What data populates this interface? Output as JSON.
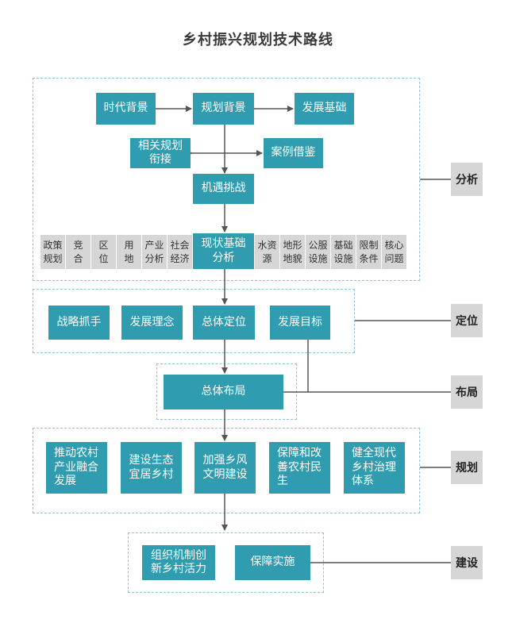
{
  "title": "乡村振兴规划技术路线",
  "analysis": {
    "background_era": "时代背景",
    "planning_background": "规划背景",
    "development_base": "发展基础",
    "related_planning": "相关规划\n衔接",
    "case_study": "案例借鉴",
    "opportunity_challenge": "机遇挑战",
    "status_analysis": "现状基础\n分析",
    "factors_left": [
      "政策\n规划",
      "竞\n合",
      "区\n位",
      "用\n地",
      "产业\n分析",
      "社会\n经济"
    ],
    "factors_right": [
      "水资\n源",
      "地形\n地貌",
      "公服\n设施",
      "基础\n设施",
      "限制\n条件",
      "核心\n问题"
    ]
  },
  "positioning": [
    "战略抓手",
    "发展理念",
    "总体定位",
    "发展目标"
  ],
  "layout_box": "总体布局",
  "planning": [
    "推动农村\n产业融合\n发展",
    "建设生态\n宜居乡村",
    "加强乡风\n文明建设",
    "保障和改\n善农村民\n生",
    "健全现代\n乡村治理\n体系"
  ],
  "construction": [
    "组织机制创\n新乡村活力",
    "保障实施"
  ],
  "stages": [
    "分析",
    "定位",
    "布局",
    "规划",
    "建设"
  ],
  "colors": {
    "box": "#2f9cb0",
    "gray": "#d6d6d6",
    "dash": "#8ec3d8",
    "line": "#555555"
  }
}
